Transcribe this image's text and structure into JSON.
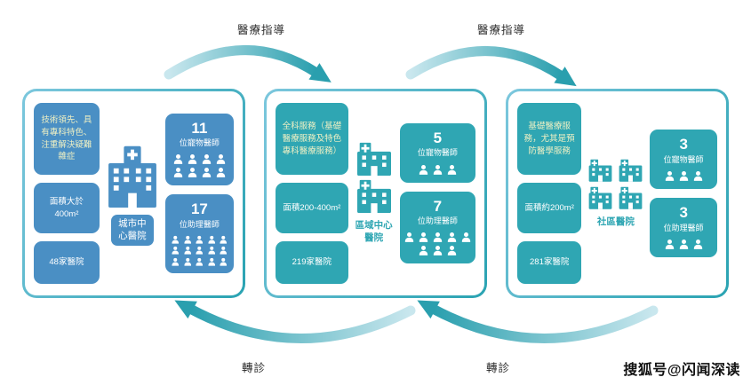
{
  "arrows": {
    "top": [
      "醫療指導",
      "醫療指導"
    ],
    "bottom": [
      "轉診",
      "轉診"
    ]
  },
  "watermark": "搜狐号@闪闻深读",
  "colors": {
    "blue": "#4a8fc4",
    "teal": "#2fa6b3",
    "arrow_dark": "#2a9fae",
    "arrow_light": "#c9e7ee"
  },
  "panels": [
    {
      "name": "城市中心醫院",
      "feature": "技術領先、具有專科特色、注重解決疑難雜症",
      "area": "面積大於400m²",
      "hospital_count": "48家醫院",
      "vet_count": "11",
      "vet_label": "位寵物醫師",
      "vet_icons": 8,
      "assistant_count": "17",
      "assistant_label": "位助理醫師",
      "assistant_icons": 15
    },
    {
      "name": "區域中心醫院",
      "feature": "全科服務（基礎醫療服務及特色專科醫療服務）",
      "area": "面積200-400m²",
      "hospital_count": "219家醫院",
      "vet_count": "5",
      "vet_label": "位寵物醫師",
      "vet_icons": 3,
      "assistant_count": "7",
      "assistant_label": "位助理醫師",
      "assistant_icons": 8
    },
    {
      "name": "社區醫院",
      "feature": "基礎醫療服務，尤其是預防醫學服務",
      "area": "面積約200m²",
      "hospital_count": "281家醫院",
      "vet_count": "3",
      "vet_label": "位寵物醫師",
      "vet_icons": 3,
      "assistant_count": "3",
      "assistant_label": "位助理醫師",
      "assistant_icons": 3
    }
  ]
}
